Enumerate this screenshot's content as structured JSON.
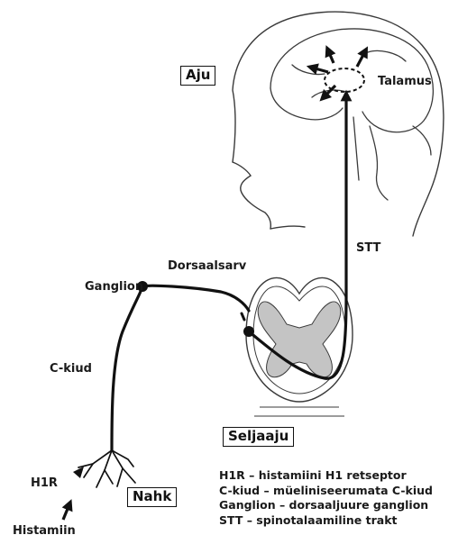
{
  "labels": {
    "brain": "Aju",
    "thalamus": "Talamus",
    "stt": "STT",
    "dorsal_horn": "Dorsaalsarv",
    "ganglion": "Ganglion",
    "c_fibers": "C-kiud",
    "spinal_cord": "Seljaaju",
    "h1r": "H1R",
    "skin": "Nahk",
    "histamine": "Histamiin"
  },
  "legend": [
    "H1R – histamiini H1 retseptor",
    "C-kiud – müeliniseerumata C-kiud",
    "Ganglion – dorsaaljuure ganglion",
    "STT – spinotalaamiline trakt"
  ],
  "colors": {
    "outline": "#3a3a3a",
    "pathway": "#111111",
    "gray_matter": "#c4c4c4",
    "background": "#ffffff"
  }
}
